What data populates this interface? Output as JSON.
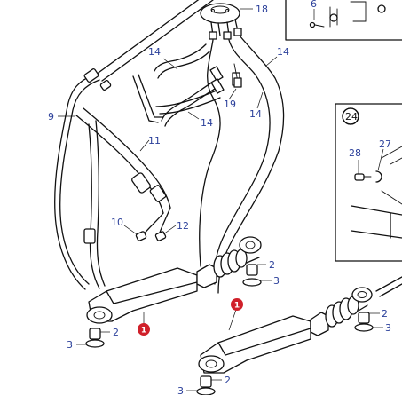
{
  "diagram": {
    "callouts": {
      "c18": "18",
      "c6": "6",
      "c14a": "14",
      "c14b": "14",
      "c14c": "14",
      "c14d": "14",
      "c9": "9",
      "c11": "11",
      "c19": "19",
      "c10": "10",
      "c12": "12",
      "c24": "24",
      "c28": "28",
      "c27": "27",
      "c2a": "2",
      "c3a": "3",
      "c2b": "2",
      "c3b": "3",
      "c2c": "2",
      "c3c": "3",
      "c2d": "2",
      "c3d": "3"
    },
    "markers": {
      "m1a": "1",
      "m1b": "1"
    },
    "colors": {
      "callout": "#2a3f9a",
      "marker": "#d0202a",
      "line": "#111111"
    }
  }
}
